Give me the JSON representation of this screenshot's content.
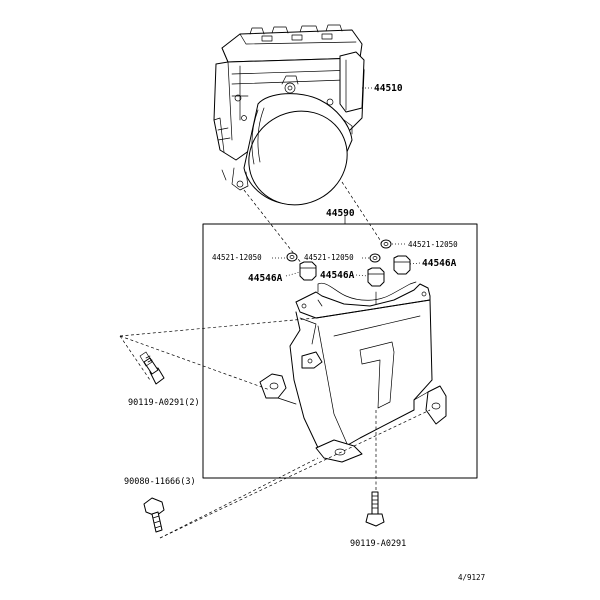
{
  "labels": {
    "p44510": "44510",
    "p44590": "44590",
    "p44521_left": "44521-12050",
    "p44521_mid": "44521-12050",
    "p44521_right": "44521-12050",
    "p44546a_left": "44546A",
    "p44546a_mid": "44546A",
    "p44546a_right": "44546A",
    "bolt_side": "90119-A0291(2)",
    "bolt_lower": "90080-11666(3)",
    "bolt_bottom": "90119-A0291",
    "ref_code": "4/9127"
  }
}
